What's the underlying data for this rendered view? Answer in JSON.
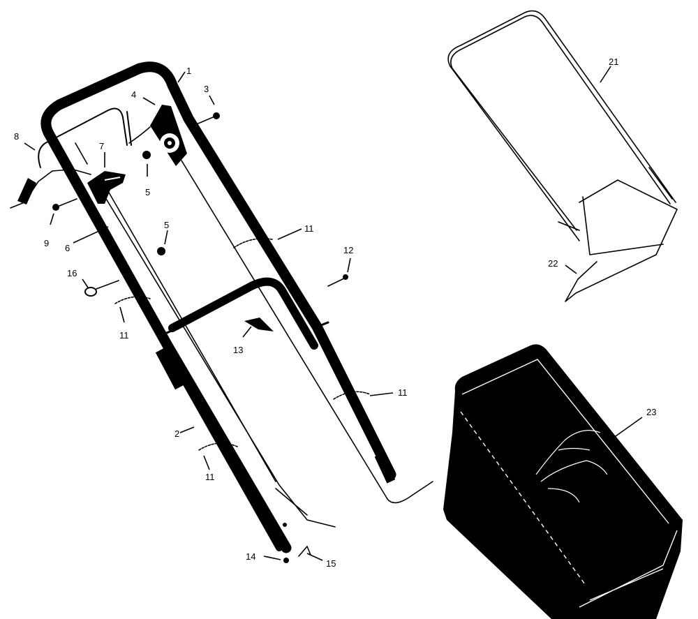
{
  "callouts": {
    "c1": "1",
    "c2": "2",
    "c3": "3",
    "c4": "4",
    "c5a": "5",
    "c5b": "5",
    "c6": "6",
    "c7": "7",
    "c8": "8",
    "c9": "9",
    "c11a": "11",
    "c11b": "11",
    "c11c": "11",
    "c11d": "11",
    "c12": "12",
    "c13": "13",
    "c14": "14",
    "c15": "15",
    "c16": "16",
    "c21": "21",
    "c22": "22",
    "c23": "23"
  },
  "colors": {
    "ink": "#000000",
    "paper": "#ffffff"
  }
}
